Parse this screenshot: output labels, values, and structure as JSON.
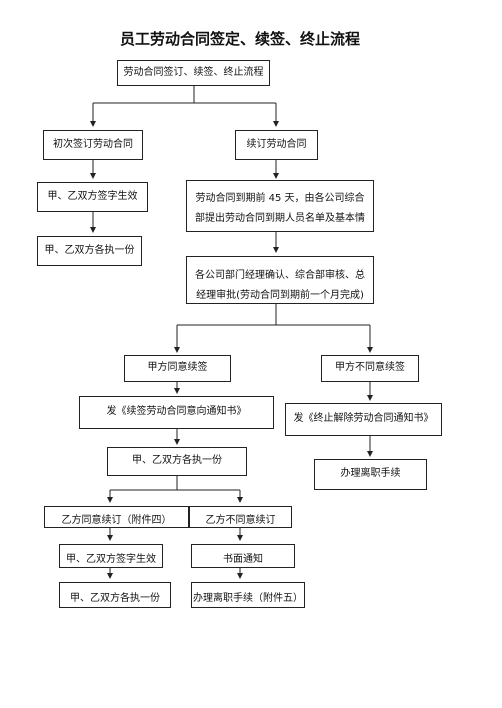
{
  "title": "员工劳动合同签定、续签、终止流程",
  "nodes": {
    "top": "劳动合同签订、续签、终止流程",
    "initial": "初次签订劳动合同",
    "renew": "续订劳动合同",
    "both_sign_effective": "甲、乙双方签字生效",
    "both_hold_copy_1": "甲、乙双方各执一份",
    "expiry_notice": "劳动合同到期前 45 天，由各公司综合部提出劳动合同到期人员名单及基本情",
    "dept_confirm": "各公司部门经理确认、综合部审核、总经理审批(劳动合同到期前一个月完成)",
    "party_a_agree": "甲方同意续签",
    "party_a_disagree": "甲方不同意续签",
    "renew_notice": "发《续签劳动合同意向通知书》",
    "terminate_notice": "发《终止解除劳动合同通知书》",
    "both_hold_copy_2": "甲、乙双方各执一份",
    "resign_procedure": "办理离职手续",
    "party_b_agree": "乙方同意续订（附件四）",
    "party_b_disagree": "乙方不同意续订",
    "both_sign_effective_2": "甲、乙双方签字生效",
    "written_notice": "书面通知",
    "both_hold_copy_3": "甲、乙双方各执一份",
    "resign_procedure_2": "办理离职手续（附件五）"
  }
}
